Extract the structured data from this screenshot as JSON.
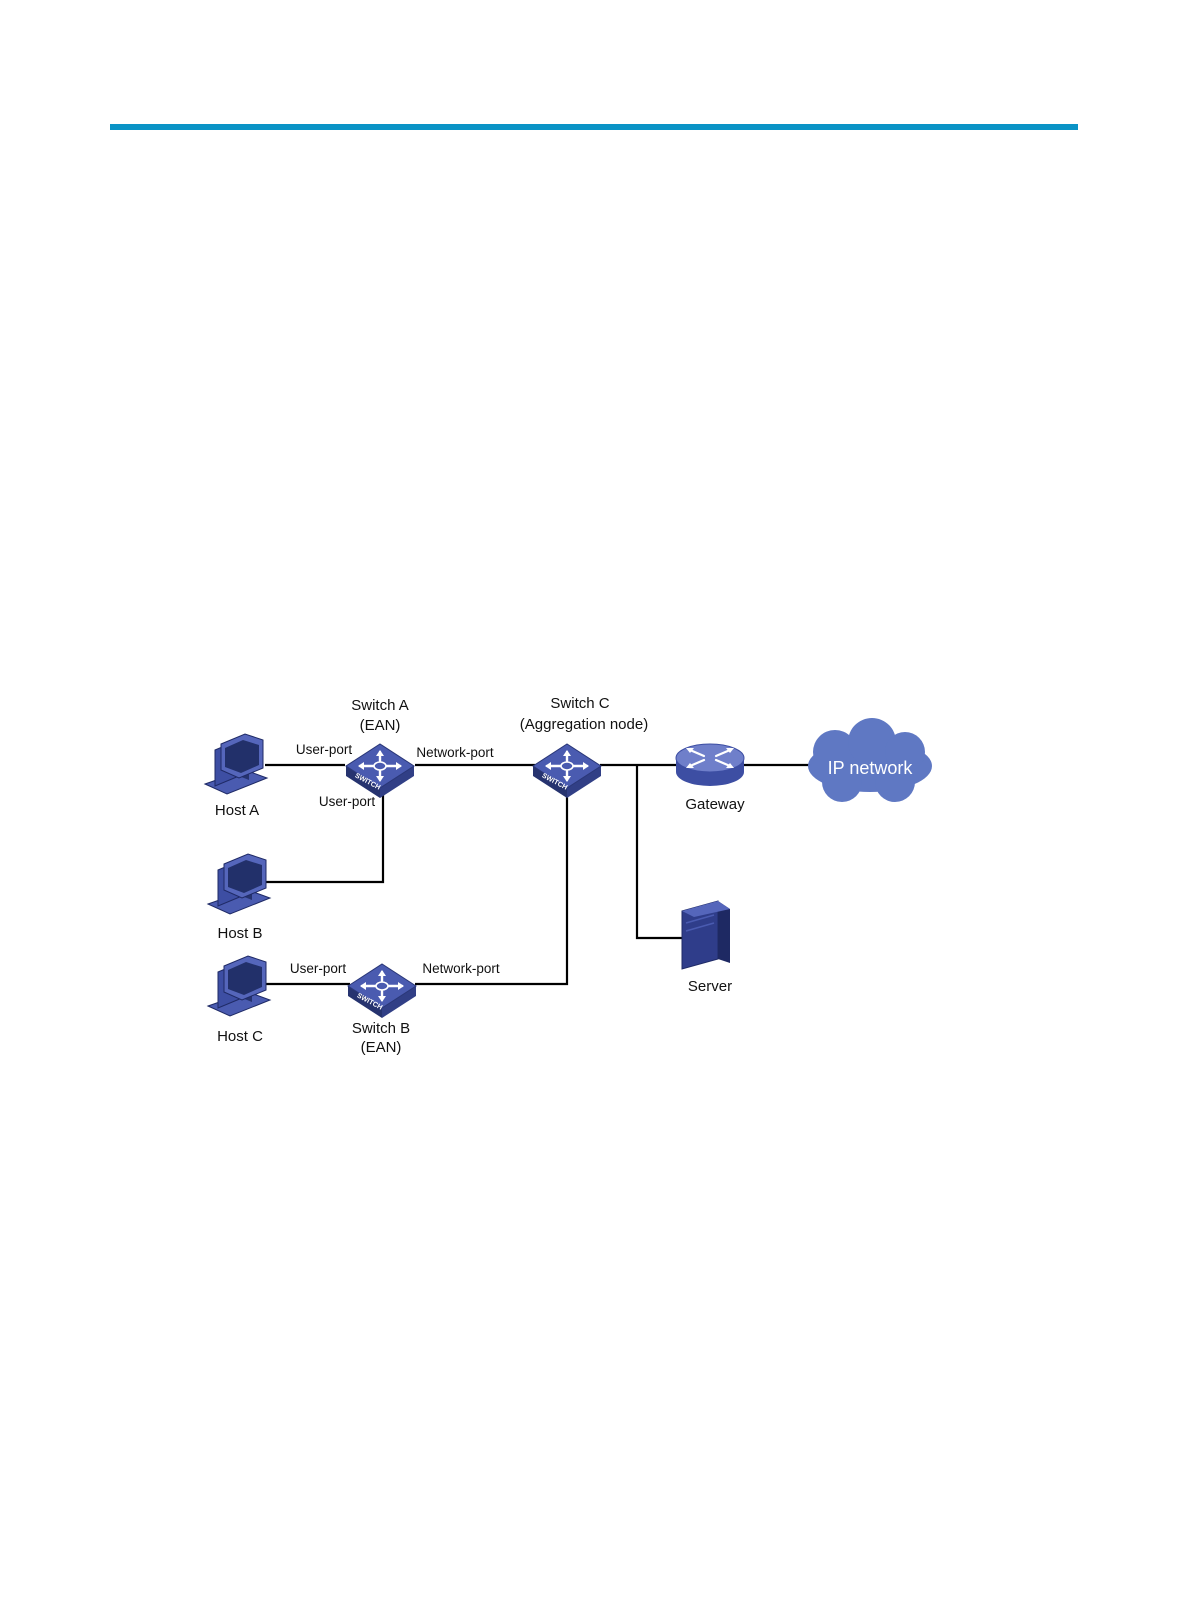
{
  "colors": {
    "header_rule": "#0a93c6",
    "device_blue": "#3d4ea3",
    "device_dark": "#26336f",
    "device_light": "#6f7fca",
    "cloud": "#5f78c3",
    "link": "#000000"
  },
  "icons": {
    "host": "desktop-computer-icon",
    "switch": "switch-icon",
    "router": "router-icon",
    "server": "server-tower-icon",
    "cloud": "cloud-icon"
  },
  "diagram": {
    "switch_a": {
      "name": "Switch A",
      "role": "(EAN)"
    },
    "switch_b": {
      "name": "Switch B",
      "role": "(EAN)"
    },
    "switch_c": {
      "name": "Switch C",
      "role": "(Aggregation node)"
    },
    "switch_badge": "SWITCH",
    "host_a": "Host A",
    "host_b": "Host B",
    "host_c": "Host C",
    "gateway": "Gateway",
    "server": "Server",
    "ip_network": "IP network",
    "port_labels": {
      "a_user_top": "User-port",
      "a_user_bottom": "User-port",
      "a_network": "Network-port",
      "b_user": "User-port",
      "b_network": "Network-port"
    }
  }
}
